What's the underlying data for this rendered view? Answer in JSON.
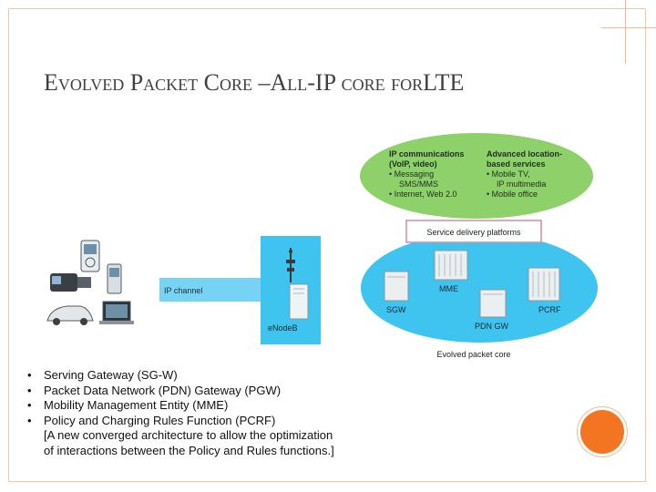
{
  "title": "Evolved Packet Core –All-IP core forLTE",
  "diagram": {
    "services_left": {
      "heading": [
        "IP communications",
        "(VoIP, video)"
      ],
      "items": [
        "• Messaging",
        "SMS/MMS",
        "• Internet, Web 2.0"
      ]
    },
    "services_right": {
      "heading": [
        "Advanced location-",
        "based services"
      ],
      "items": [
        "• Mobile TV,",
        "IP multimedia",
        "• Mobile office"
      ]
    },
    "service_delivery_label": "Service delivery platforms",
    "ip_channel_label": "IP channel",
    "enodeb_label": "eNodeB",
    "mme_label": "MME",
    "sgw_label": "SGW",
    "pcrf_label": "PCRF",
    "pdngw_label": "PDN GW",
    "epc_label": "Evolved packet core",
    "colors": {
      "services_cloud": "#8ed16b",
      "core_cloud": "#3ec4ee",
      "ip_channel": "#76d3f4",
      "enodeb_panel": "#3ec4ee",
      "service_box_border": "#d58aa3",
      "accent_orange": "#f37421"
    }
  },
  "bullets": [
    "Serving Gateway (SG-W)",
    "Packet Data Network (PDN) Gateway (PGW)",
    "Mobility Management Entity (MME)",
    "Policy and Charging Rules Function (PCRF)"
  ],
  "bullet_symbol": "•",
  "note": "[A new converged architecture to allow the optimization of interactions between the Policy and Rules functions.]"
}
